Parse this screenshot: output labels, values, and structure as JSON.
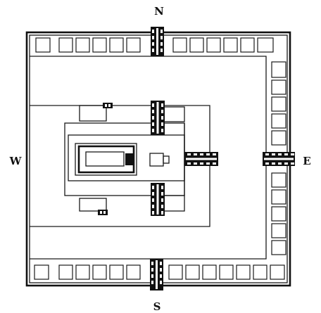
{
  "compass": {
    "north": "N",
    "south": "S",
    "east": "E",
    "west": "W"
  },
  "colors": {
    "ink": "#111111",
    "paper": "#ffffff"
  }
}
